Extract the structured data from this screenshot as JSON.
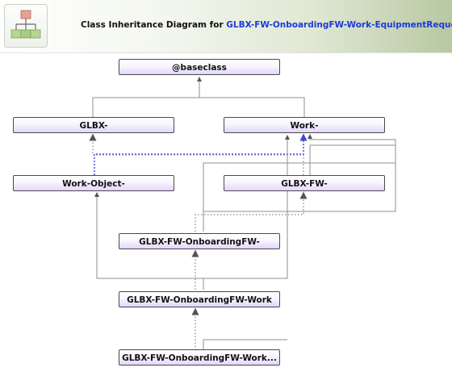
{
  "header": {
    "title_prefix": "Class Inheritance Diagram for",
    "class_name": "GLBX-FW-OnboardingFW-Work-EquipmentRequest"
  },
  "nodes": {
    "baseclass": "@baseclass",
    "glbx": "GLBX-",
    "work": "Work-",
    "work_object": "Work-Object-",
    "glbx_fw": "GLBX-FW-",
    "glbx_fw_onboarding": "GLBX-FW-OnboardingFW-",
    "glbx_fw_onboarding_work": "GLBX-FW-OnboardingFW-Work",
    "glbx_fw_onboarding_work_truncated": "GLBX-FW-OnboardingFW-Work..."
  },
  "colors": {
    "node_top": "#ffffff",
    "node_bottom": "#e3d5fb",
    "node_border": "#4a4a4a",
    "connector": "#8f8f8f",
    "highlight_connector": "#4950e0",
    "title_accent": "#1d39d8",
    "header_gradient_end": "#b8c8a1"
  },
  "icons": {
    "logo": "class-hierarchy-icon"
  }
}
